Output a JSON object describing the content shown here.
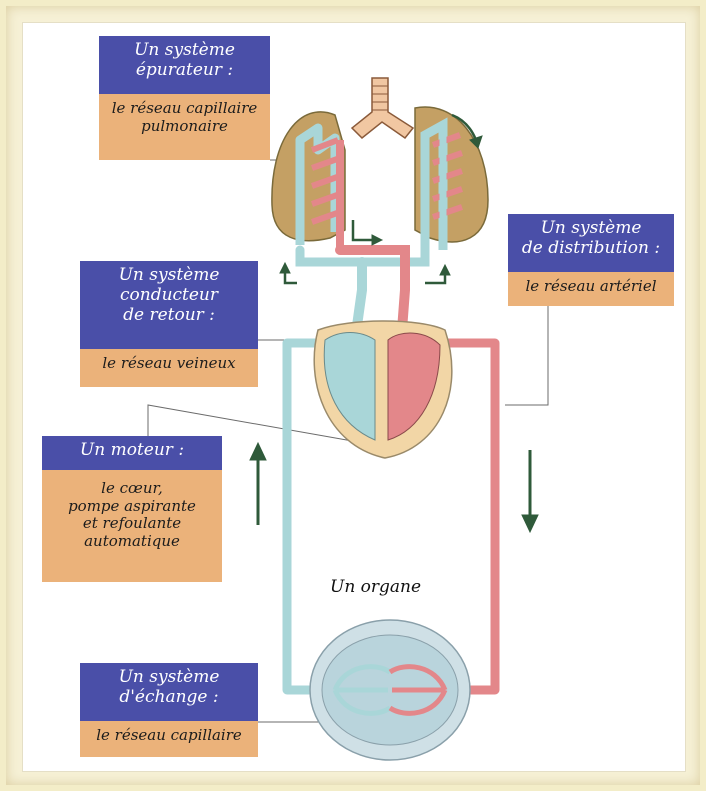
{
  "labels": {
    "purifier": {
      "title": [
        "Un système",
        "épurateur :"
      ],
      "desc": [
        "le réseau capillaire",
        "pulmonaire"
      ]
    },
    "distribution": {
      "title": [
        "Un système",
        "de distribution :"
      ],
      "desc": [
        "le réseau artériel"
      ]
    },
    "return": {
      "title": [
        "Un système",
        "conducteur",
        "de retour :"
      ],
      "desc": [
        "le réseau veineux"
      ]
    },
    "motor": {
      "title": [
        "Un moteur :"
      ],
      "desc": [
        "le cœur,",
        "pompe aspirante",
        "et refoulante",
        "automatique"
      ]
    },
    "organ": "Un organe",
    "exchange": {
      "title": [
        "Un système",
        "d'échange :"
      ],
      "desc": [
        "le réseau capillaire"
      ]
    }
  },
  "colors": {
    "label_title_bg": "#4a4fa8",
    "label_desc_bg": "#ebb27a",
    "venous_blue": "#a9d6d8",
    "arterial_red": "#e3878a",
    "lung_olive": "#c4a064",
    "arrow_green": "#2f5a3a"
  }
}
